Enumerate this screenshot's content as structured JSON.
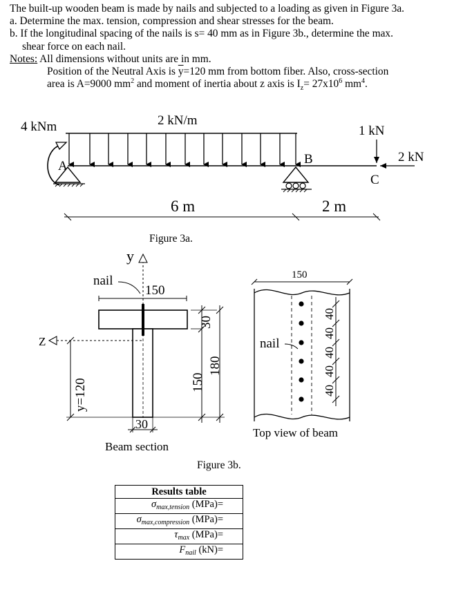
{
  "problem": {
    "line1": "The built-up wooden beam is made by nails and subjected to a loading as given in Figure 3a.",
    "line2": "a. Determine the max. tension, compression and shear stresses for the beam.",
    "line3": "b. If the longitudinal spacing of the nails is s= 40 mm as in Figure 3b., determine the max.",
    "line4": "shear force on each nail.",
    "notes_label": "Notes:",
    "notes_line1": " All dimensions without units are in mm.",
    "notes_line2_a": "Position of the Neutral Axis is ",
    "notes_line2_ybar": "y",
    "notes_line2_b": "=120 mm from bottom fiber. Also, cross-section",
    "notes_line3_a": "area is A=9000 mm",
    "notes_line3_sup1": "2",
    "notes_line3_b": " and moment of inertia about z axis is I",
    "notes_line3_sub": "z",
    "notes_line3_c": "= 27x10",
    "notes_line3_sup2": "6",
    "notes_line3_d": " mm",
    "notes_line3_sup3": "4",
    "notes_line3_e": "."
  },
  "figure3a": {
    "moment_label": "4 kNm",
    "distributed_load_label": "2 kN/m",
    "point_load_down_label": "1 kN",
    "point_load_horizontal_label": "2 kN",
    "point_A": "A",
    "point_B": "B",
    "point_C": "C",
    "span1_label": "6 m",
    "span2_label": "2 m",
    "caption": "Figure 3a."
  },
  "figure3b": {
    "y_axis_label": "y",
    "z_axis_label": "Z",
    "nail_label_section": "nail",
    "flange_width_label": "150",
    "flange_thickness_label": "30",
    "web_height_label": "150",
    "total_height_label": "180",
    "web_width_label": "30",
    "ybar_label": "y=120",
    "section_caption": "Beam section",
    "top_width_label": "150",
    "nail_label_top": "nail",
    "spacing_labels": [
      "40",
      "40",
      "40",
      "40",
      "40"
    ],
    "top_caption": "Top view of beam",
    "caption": "Figure 3b."
  },
  "results_table": {
    "title": "Results table",
    "rows": [
      {
        "symbol": "σ",
        "subscript": "max,tension",
        "unit": " (MPa)="
      },
      {
        "symbol": "σ",
        "subscript": "max,compression",
        "unit": " (MPa)="
      },
      {
        "symbol": "τ",
        "subscript": "max",
        "unit": " (MPa)="
      },
      {
        "symbol": "F",
        "subscript": "nail",
        "unit": " (kN)="
      }
    ]
  }
}
